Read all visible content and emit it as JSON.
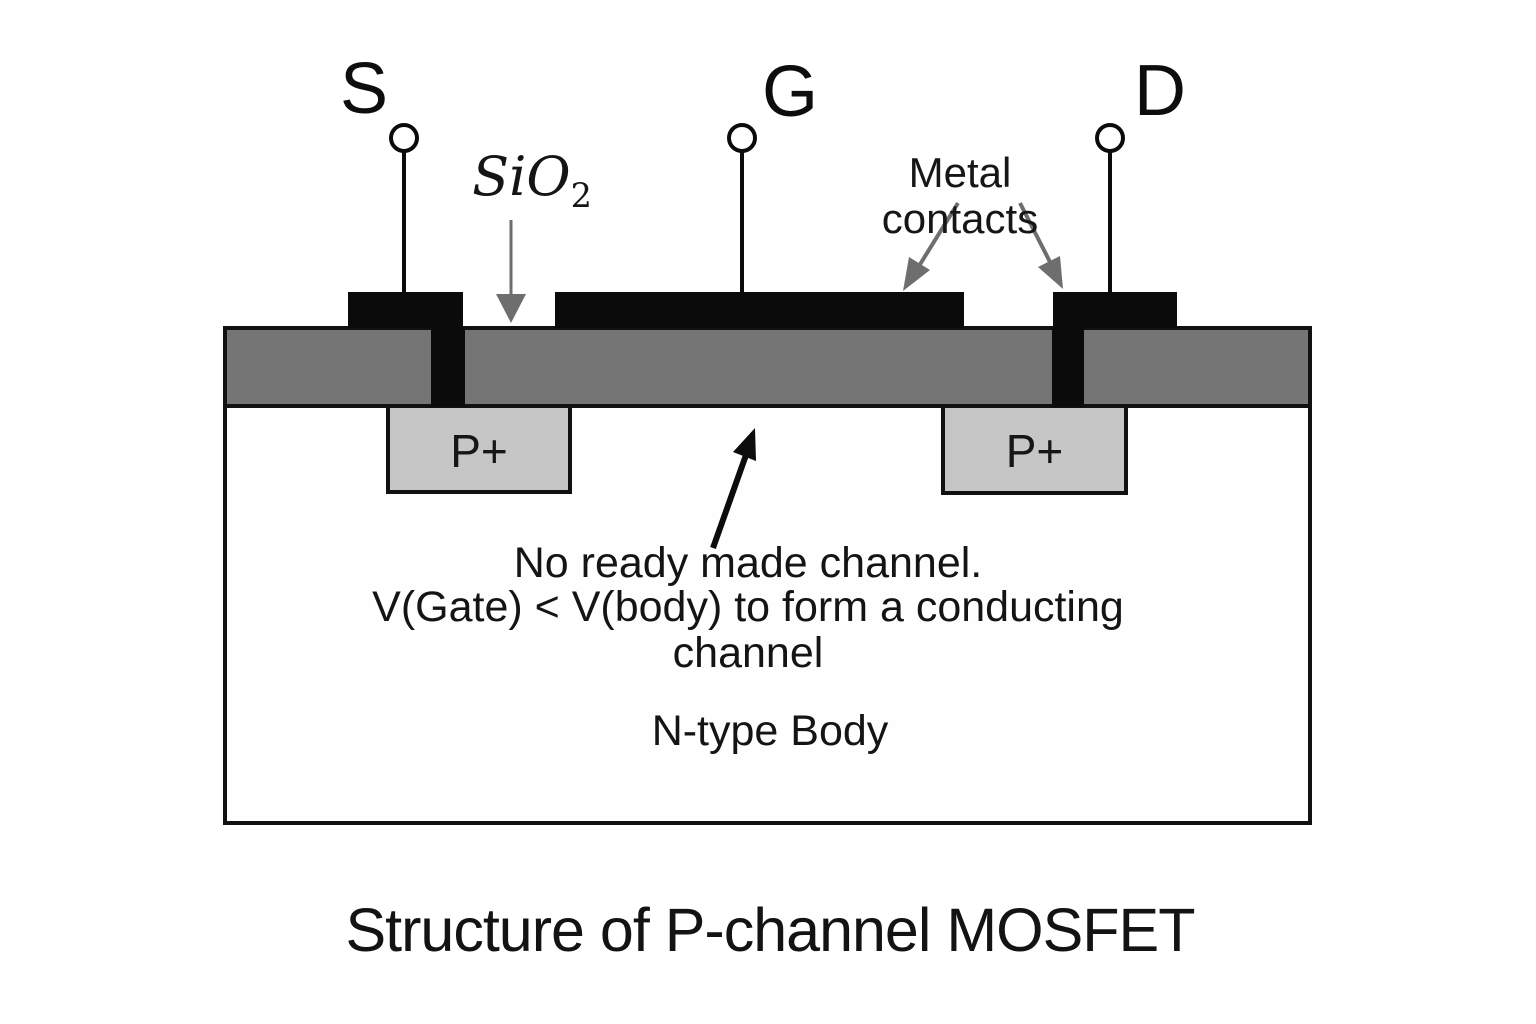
{
  "diagram": {
    "title": "Structure of P-channel MOSFET",
    "terminals": {
      "source": "S",
      "gate": "G",
      "drain": "D"
    },
    "labels": {
      "oxide_base": "SiO",
      "oxide_sub": "2",
      "metal_contacts": "Metal contacts",
      "p_plus_left": "P+",
      "p_plus_right": "P+",
      "body": "N-type Body",
      "annotation_line1": "No ready made channel.",
      "annotation_line2": "V(Gate) < V(body) to form a conducting channel"
    },
    "colors": {
      "background": "#ffffff",
      "oxide_gray": "#757575",
      "p_plus_gray": "#c6c6c6",
      "contact_black": "#0b0b0b",
      "outline_black": "#111111",
      "arrow_gray": "#6e6e6e",
      "channel_arrow_black": "#0c0c0c"
    }
  }
}
